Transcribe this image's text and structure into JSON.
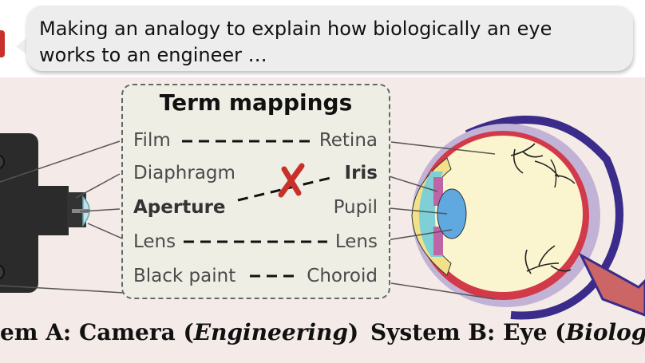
{
  "message": {
    "line1": "Making an analogy to explain how biologically an eye",
    "line2": "works to an engineer …"
  },
  "term_mappings": {
    "title": "Term mappings",
    "left_terms": [
      "Film",
      "Diaphragm",
      "Aperture",
      "Lens",
      "Black paint"
    ],
    "right_terms": [
      "Retina",
      "Iris",
      "Pupil",
      "Lens",
      "Choroid"
    ]
  },
  "captions": {
    "system_a_prefix": "em A: Camera (",
    "system_a_italic": "Engineering",
    "system_a_suffix": ")",
    "system_b_prefix": "System B: Eye (",
    "system_b_italic": "Biology",
    "system_b_suffix": ")"
  },
  "colors": {
    "mismatch_cross": "#c8302a",
    "panel_background": "#f4ebe8",
    "box_background": "#efeee5"
  }
}
